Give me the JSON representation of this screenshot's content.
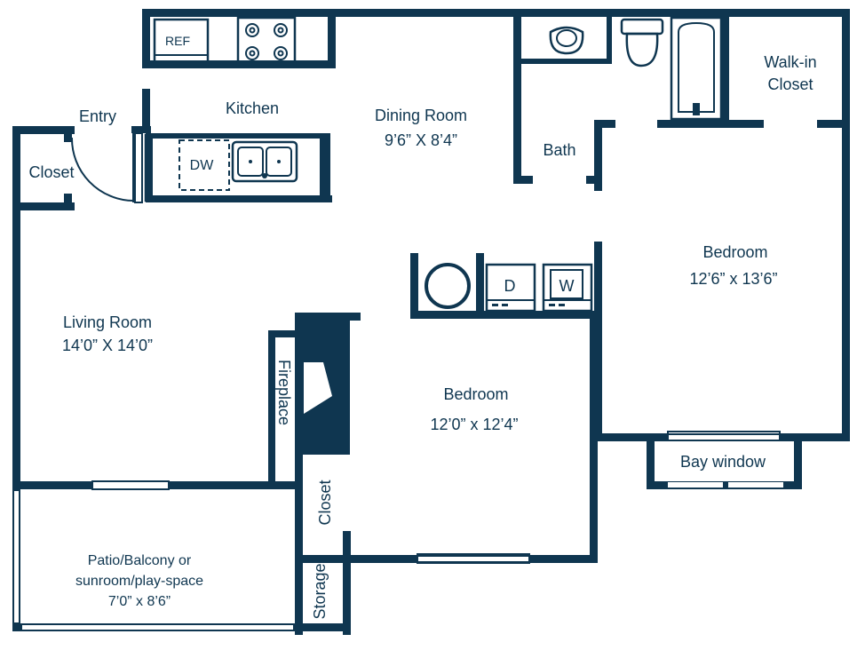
{
  "colors": {
    "wall": "#0f3650",
    "background": "#ffffff"
  },
  "rooms": {
    "entry": {
      "name": "Entry"
    },
    "entry_closet": {
      "name": "Closet"
    },
    "kitchen": {
      "name": "Kitchen",
      "ref": "REF",
      "dw": "DW"
    },
    "dining": {
      "name": "Dining Room",
      "size": "9’6” X 8’4”"
    },
    "bath": {
      "name": "Bath"
    },
    "walkin": {
      "line1": "Walk-in",
      "line2": "Closet"
    },
    "bedroom1": {
      "name": "Bedroom",
      "size": "12’6” x 13’6”"
    },
    "laundry": {
      "dryer": "D",
      "washer": "W"
    },
    "living": {
      "name": "Living Room",
      "size": "14’0” X 14’0”"
    },
    "fireplace": {
      "name": "Fireplace"
    },
    "bedroom2": {
      "name": "Bedroom",
      "size": "12’0” x 12’4”"
    },
    "bay": {
      "name": "Bay window"
    },
    "bed2_closet": {
      "name": "Closet"
    },
    "storage": {
      "name": "Storage"
    },
    "patio": {
      "line1": "Patio/Balcony or",
      "line2": "sunroom/play-space",
      "size": "7’0” x 8’6”"
    }
  },
  "icons": [
    "refrigerator-icon",
    "stove-icon",
    "sink-icon",
    "dishwasher-icon",
    "toilet-icon",
    "bathtub-icon",
    "water-heater-icon",
    "dryer-icon",
    "washer-icon"
  ]
}
